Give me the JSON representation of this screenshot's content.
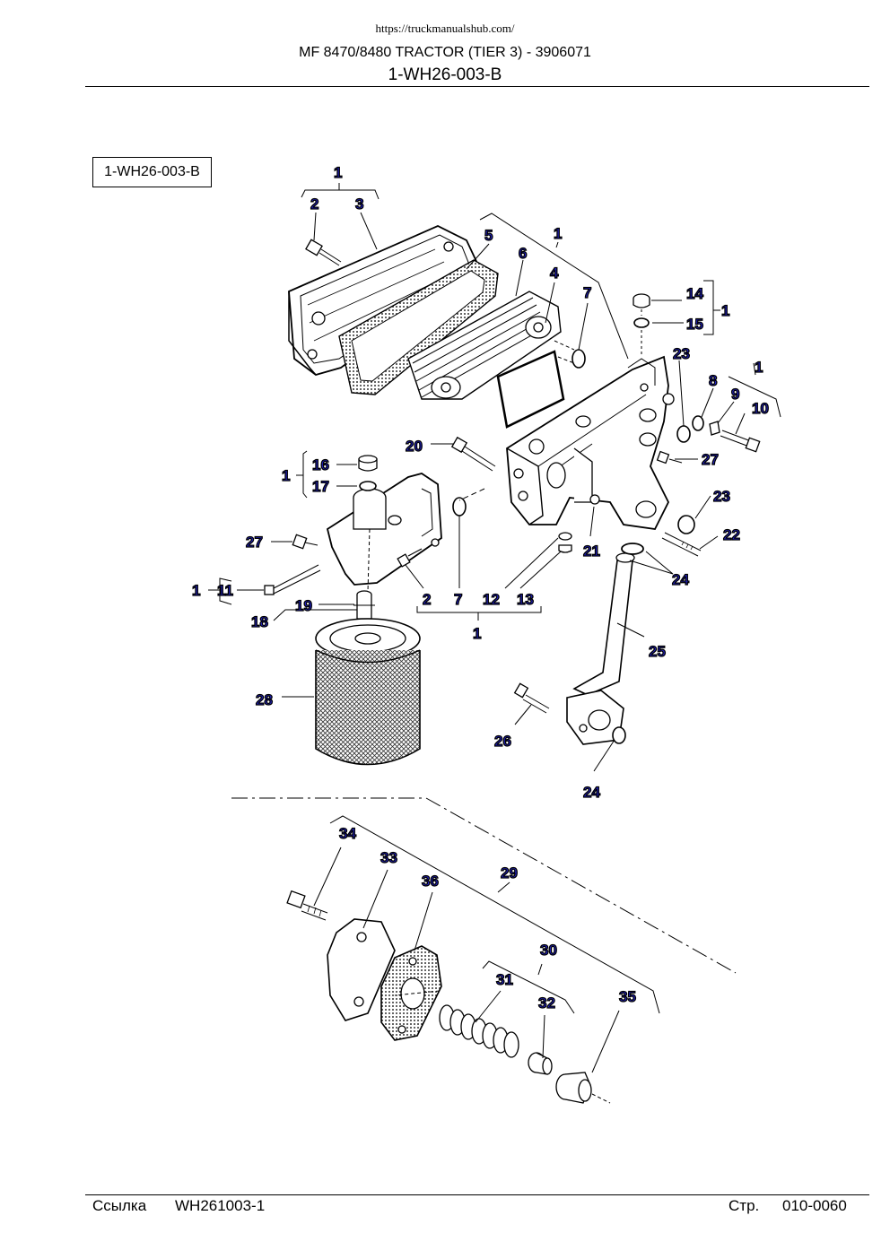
{
  "header": {
    "url": "https://truckmanualshub.com/",
    "title": "MF 8470/8480 TRACTOR (TIER 3) - 3906071",
    "subtitle": "1-WH26-003-B"
  },
  "ref_box": "1-WH26-003-B",
  "callouts": {
    "c1_top": "1",
    "c2_top": "2",
    "c3_top": "3",
    "c5": "5",
    "c1_cooler": "1",
    "c6": "6",
    "c4": "4",
    "c7_top": "7",
    "c14": "14",
    "c15": "15",
    "c1_plug": "1",
    "c23_top": "23",
    "c8": "8",
    "c9": "9",
    "c1_bolt": "1",
    "c10": "10",
    "c20": "20",
    "c27_right": "27",
    "c16": "16",
    "c17": "17",
    "c1_left": "1",
    "c23_bottom": "23",
    "c22": "22",
    "c27_left": "27",
    "c21": "21",
    "c24_top": "24",
    "c1_11": "1",
    "c11": "11",
    "c2_bottom": "2",
    "c7_bottom": "7",
    "c12": "12",
    "c13": "13",
    "c19": "19",
    "c18": "18",
    "c1_bottom": "1",
    "c25": "25",
    "c28": "28",
    "c26": "26",
    "c24_bottom": "24",
    "c34": "34",
    "c33": "33",
    "c29": "29",
    "c36": "36",
    "c30": "30",
    "c31": "31",
    "c32": "32",
    "c35": "35"
  },
  "footer": {
    "ref_label": "Ссылка",
    "ref_value": "WH261003-1",
    "page_label": "Стр.",
    "page_value": "010-0060"
  },
  "colors": {
    "callout": "#2323cf",
    "line": "#000000"
  }
}
